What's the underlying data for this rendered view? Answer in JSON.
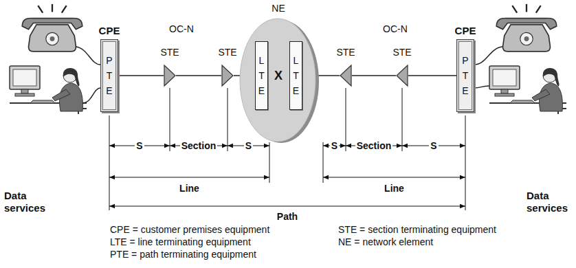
{
  "diagram": {
    "nodes": [
      {
        "text": [
          "CPE"
        ]
      },
      {
        "text": [
          "P T E"
        ],
        "in": 0
      },
      {
        "text": [
          "STE"
        ]
      },
      {
        "text": [
          "STE"
        ]
      },
      {
        "text": [
          "NE",
          "X"
        ]
      },
      {
        "text": [
          "L T E"
        ],
        "in": 4
      },
      {
        "text": [
          "L T E"
        ],
        "in": 4
      },
      {
        "text": [
          "STE"
        ]
      },
      {
        "text": [
          "STE"
        ]
      },
      {
        "text": [
          "CPE"
        ]
      },
      {
        "text": [
          "P T E"
        ],
        "in": 9
      }
    ],
    "edges": [
      {
        "from": 1,
        "to": 2,
        "arrow": "none"
      },
      {
        "from": 2,
        "to": 3,
        "arrow": "none"
      },
      {
        "from": 3,
        "to": 5,
        "arrow": "none"
      },
      {
        "from": 6,
        "to": 7,
        "arrow": "none"
      },
      {
        "from": 7,
        "to": 8,
        "arrow": "none"
      },
      {
        "from": 8,
        "to": 10,
        "arrow": "none"
      }
    ],
    "labels": [
      "OC-N",
      "OC-N",
      "S",
      "Section",
      "S",
      "S",
      "Section",
      "S",
      "Line",
      "Line",
      "Path",
      "Data services",
      "Data services",
      "CPE = customer premises equipment",
      "LTE = line terminating equipment",
      "PTE = path terminating equipment",
      "STE = section terminating equipment",
      "NE = network element"
    ]
  }
}
